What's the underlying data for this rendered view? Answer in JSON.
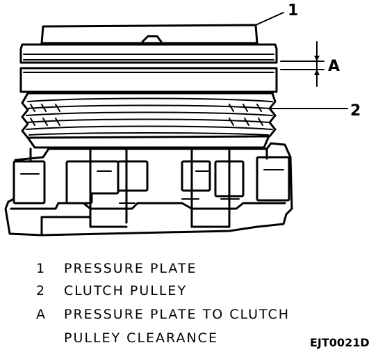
{
  "callouts": {
    "one": "1",
    "two": "2",
    "a": "A"
  },
  "legend": [
    {
      "key": "1",
      "text": "PRESSURE PLATE"
    },
    {
      "key": "2",
      "text": "CLUTCH PULLEY"
    },
    {
      "key": "A",
      "text": "PRESSURE PLATE TO CLUTCH"
    },
    {
      "key": "",
      "text": "PULLEY CLEARANCE"
    }
  ],
  "figure_id": "EJT0021D"
}
